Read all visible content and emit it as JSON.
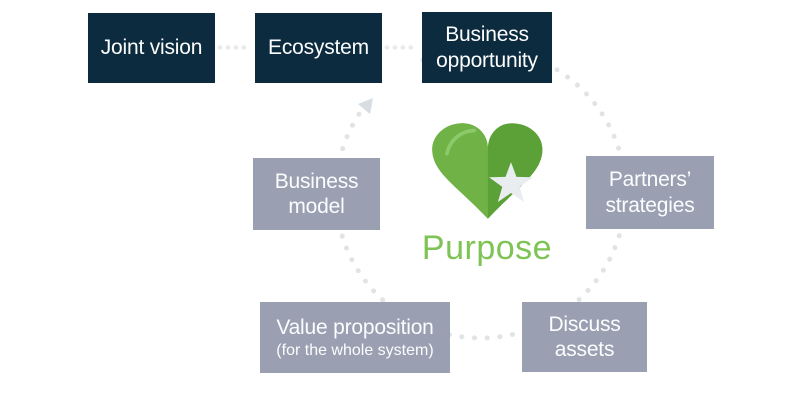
{
  "center": {
    "label": "Purpose",
    "icon": "heart-with-star-icon"
  },
  "sequence_row": {
    "items": [
      {
        "label": "Joint vision"
      },
      {
        "label": "Ecosystem"
      },
      {
        "label": "Business opportunity"
      }
    ]
  },
  "cycle": {
    "direction": "clockwise",
    "items": [
      {
        "label": "Business model"
      },
      {
        "label": "Partners’ strategies"
      },
      {
        "label": "Discuss assets"
      },
      {
        "label": "Value proposition",
        "sublabel": "(for the whole system)"
      }
    ]
  },
  "colors": {
    "navy_box": "#0d2b3e",
    "gray_box": "#9aa0b2",
    "box_text": "#fbfcfd",
    "cycle_dots": "#e1e4e7",
    "connector_dots": "#e8eaeb",
    "arrow": "#d8dde2",
    "heart_left": "#70b246",
    "heart_right": "#5ba137",
    "heart_highlight": "#8cc968",
    "star": "#e9edf0",
    "purpose_text": "#7ec455"
  }
}
